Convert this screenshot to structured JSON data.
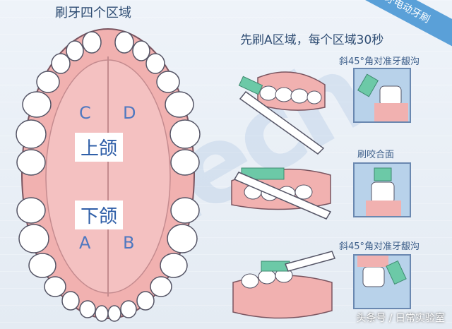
{
  "title": "刷牙四个区域",
  "subtitle": "先刷A区域，每个区域30秒",
  "corner_label": "牙电动牙刷",
  "jaw": {
    "upper_label": "上颌",
    "lower_label": "下颌",
    "quadrants": {
      "c": "C",
      "d": "D",
      "a": "A",
      "b": "B"
    }
  },
  "steps": [
    {
      "label": "斜45°角对准牙龈沟"
    },
    {
      "label": "刷咬合面"
    },
    {
      "label": "斜45°角对准牙龈沟"
    }
  ],
  "watermark": "tech",
  "footer": "头条号 / 日常实验室",
  "colors": {
    "gum": "#f1b1b0",
    "gum_dark": "#d98586",
    "tooth": "#ffffff",
    "outline": "#556",
    "bristle": "#6cc9a7",
    "text": "#2f4d73"
  }
}
